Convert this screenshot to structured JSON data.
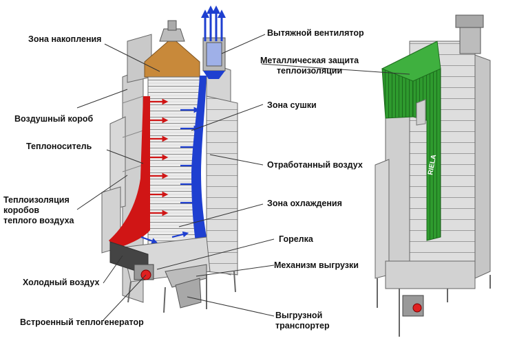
{
  "labels": {
    "accumulation_zone": "Зона накопления",
    "air_duct": "Воздушный короб",
    "heat_carrier": "Теплоноситель",
    "duct_insulation": "Теплоизоляция\nкоробов\nтеплого воздуха",
    "cold_air": "Холодный воздух",
    "built_in_heat_generator": "Встроенный теплогенератор",
    "exhaust_fan": "Вытяжной вентилятор",
    "metal_protection": "Металлическая защита\nтеплоизоляции",
    "drying_zone": "Зона сушки",
    "exhaust_air": "Отработанный воздух",
    "cooling_zone": "Зона охлаждения",
    "burner": "Горелка",
    "discharge_mechanism": "Механизм выгрузки",
    "discharge_conveyor": "Выгрузной\nтранспортер"
  },
  "brand": {
    "logo_text": "RIELA"
  },
  "colors": {
    "hot_air": "#d01515",
    "exhaust_air": "#1e3fd0",
    "grain": "#c8893a",
    "metal_protection": "#2e9a2e",
    "burner": "#e02020",
    "body": "#dcdcdc",
    "outline": "#555555"
  }
}
